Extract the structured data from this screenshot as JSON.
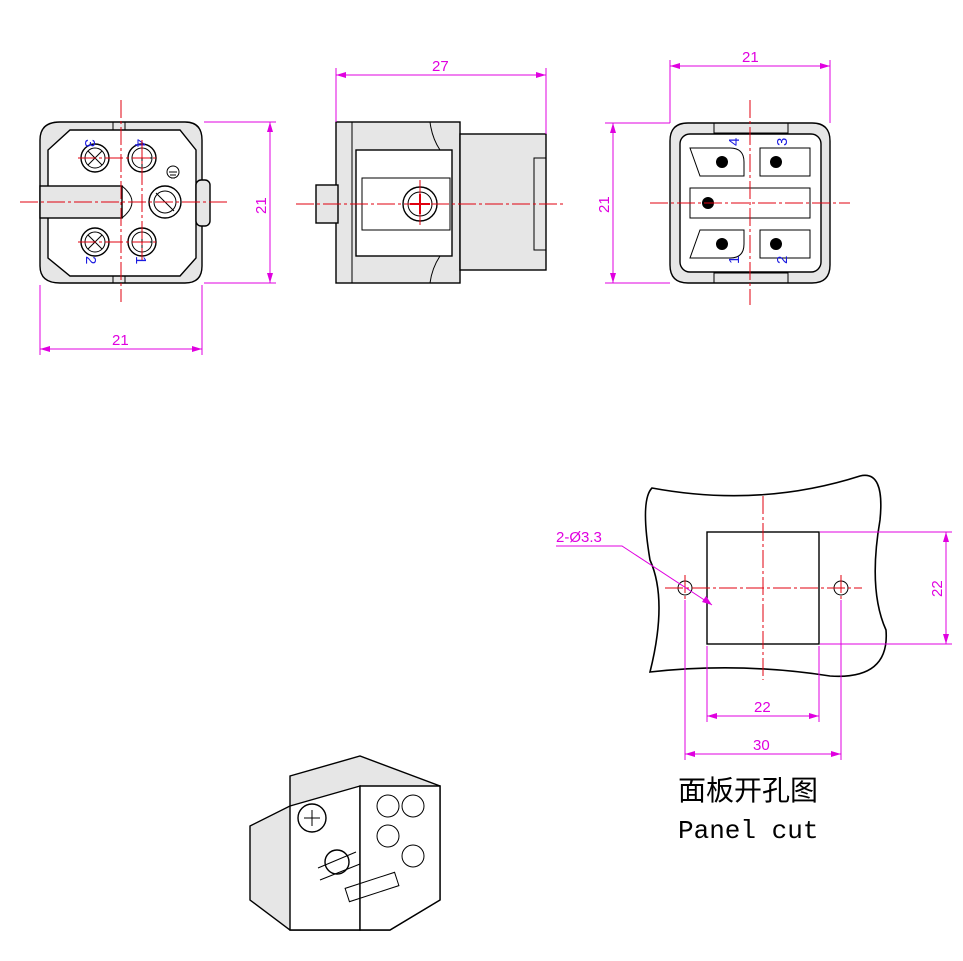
{
  "dimensions": {
    "front_width": "21",
    "front_height": "21",
    "side_length": "27",
    "rear_width": "21",
    "rear_height": "21",
    "panel_hole_label": "2-Ø3.3",
    "panel_cut_width": "22",
    "panel_cut_height": "22",
    "panel_hole_spacing": "30"
  },
  "front_pins": [
    "1",
    "2",
    "3",
    "4"
  ],
  "rear_pins": [
    "1",
    "2",
    "3",
    "4"
  ],
  "caption": {
    "chinese": "面板开孔图",
    "english": "Panel cut"
  },
  "colors": {
    "dimension": "#e000e0",
    "centerline": "#e0000f",
    "pin_number": "#1a1ae0",
    "outline": "#000000"
  }
}
